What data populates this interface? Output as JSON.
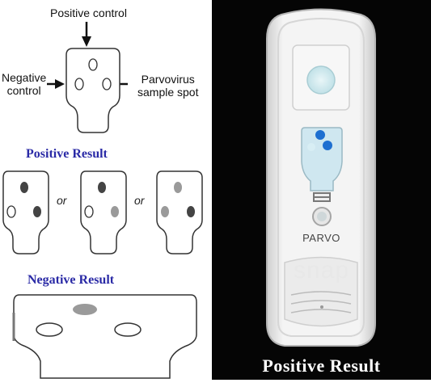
{
  "labels": {
    "positive_control": "Positive control",
    "negative_control": "Negative\ncontrol",
    "sample_spot": "Parvovirus\nsample spot",
    "or_1": "or",
    "or_2": "or"
  },
  "sections": {
    "positive_result": "Positive Result",
    "negative_result": "Negative Result"
  },
  "device": {
    "brand": "snap",
    "test_name": "PARVO",
    "caption": "Positive Result"
  },
  "colors": {
    "section_heading": "#2a2aa6",
    "dark_spot": "#444444",
    "light_spot": "#9a9a9a",
    "blue_spot": "#1e6fd0"
  }
}
